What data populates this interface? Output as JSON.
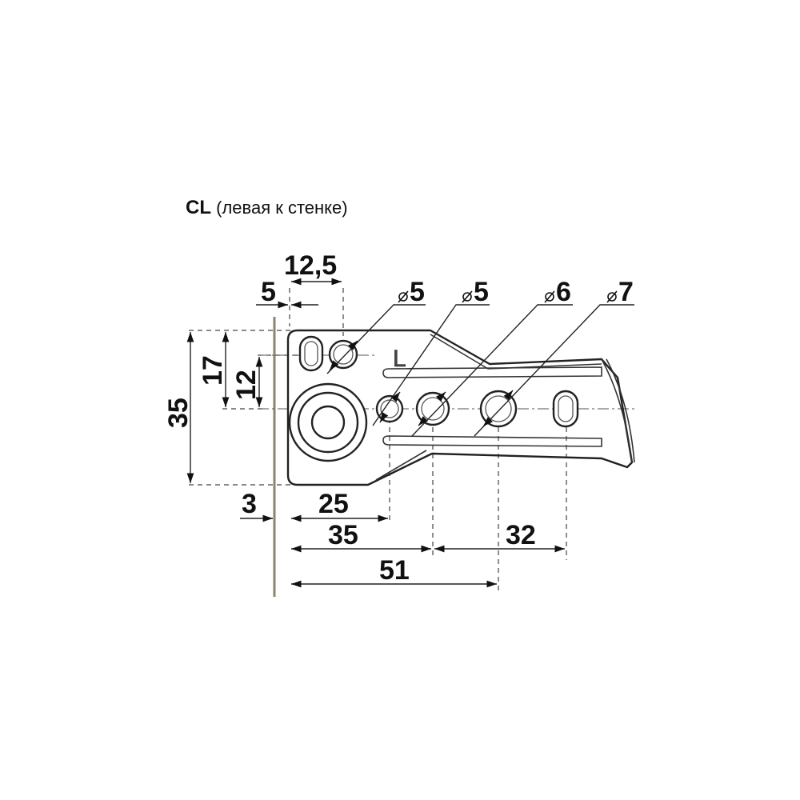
{
  "title": {
    "code": "CL",
    "desc": "(левая к стенке)"
  },
  "part_mark": "L",
  "dimensions": {
    "d12_5": "12,5",
    "d5_top": "5",
    "dia_a": "5",
    "dia_b": "5",
    "dia_c": "6",
    "dia_d": "7",
    "v35": "35",
    "v17": "17",
    "v12": "12",
    "h3": "3",
    "h25": "25",
    "h35": "35",
    "h32": "32",
    "h51": "51"
  }
}
